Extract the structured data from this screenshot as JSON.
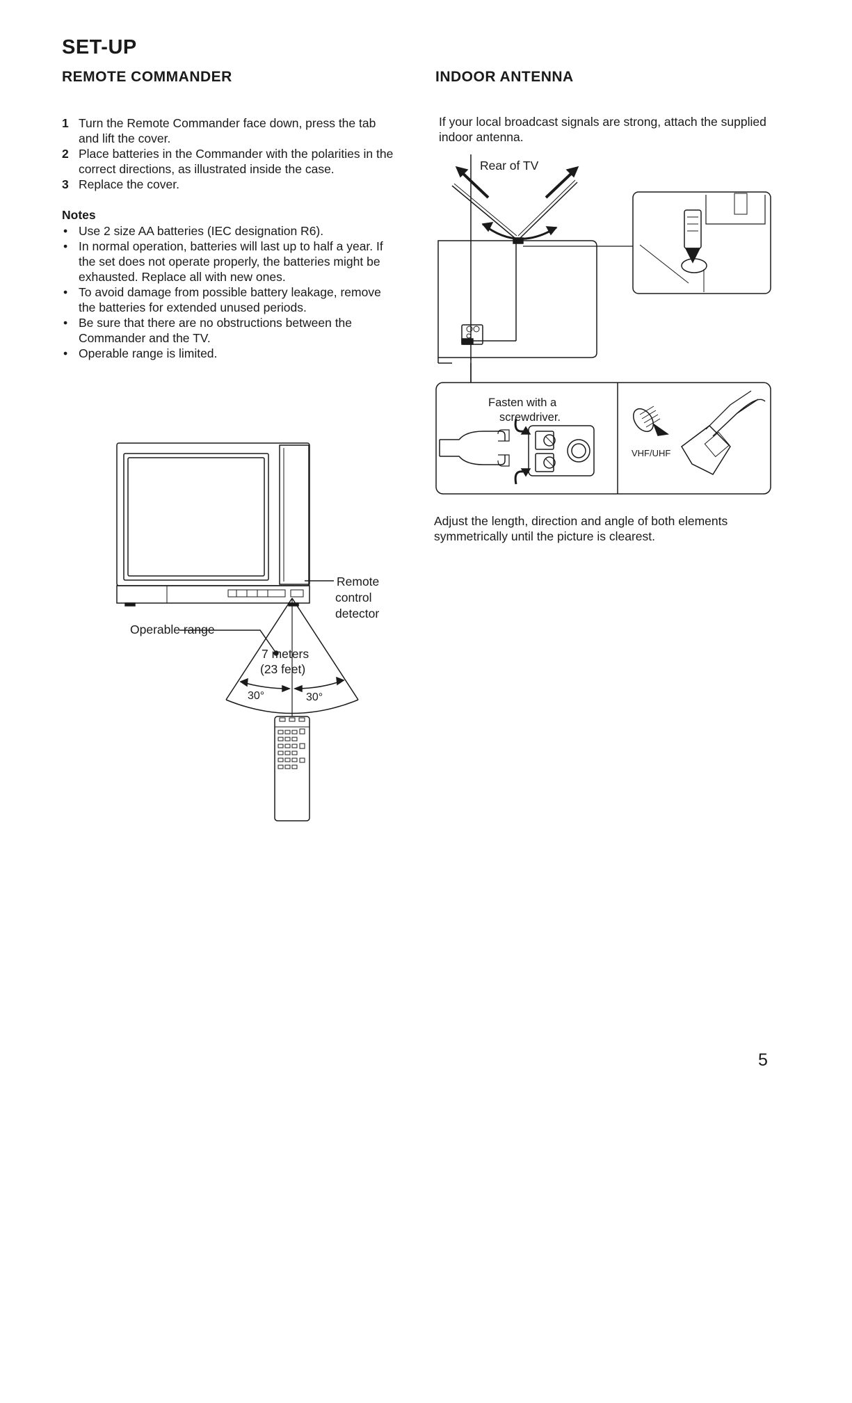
{
  "page": {
    "section_title": "SET-UP",
    "page_number": "5"
  },
  "remote": {
    "heading": "REMOTE COMMANDER",
    "steps": [
      {
        "num": "1",
        "text": "Turn the Remote Commander face down, press the tab and lift the cover."
      },
      {
        "num": "2",
        "text": "Place batteries in the Commander with the polarities in the correct directions, as illustrated inside the case."
      },
      {
        "num": "3",
        "text": "Replace the cover."
      }
    ],
    "notes_title": "Notes",
    "notes": [
      "Use 2 size AA batteries (IEC designation R6).",
      "In normal operation, batteries will last up to half a year. If the set does not operate properly, the batteries might be exhausted. Replace all with new ones.",
      "To avoid damage from possible battery leakage, remove the batteries for extended unused periods.",
      "Be sure that there are no obstructions between the Commander and the TV.",
      "Operable range is limited."
    ],
    "figure": {
      "detector_label_1": "Remote",
      "detector_label_2": "control",
      "detector_label_3": "detector",
      "range_label": "Operable range",
      "distance_1": "7 meters",
      "distance_2": "(23 feet)",
      "angle_left": "30°",
      "angle_right": "30°"
    }
  },
  "antenna": {
    "heading": "INDOOR ANTENNA",
    "intro": "If your local broadcast signals are strong, attach the supplied indoor antenna.",
    "figure": {
      "rear_label": "Rear of TV",
      "fasten_1": "Fasten with a",
      "fasten_2": "screwdriver.",
      "vhf_label": "VHF/UHF"
    },
    "adjust_text": "Adjust the length, direction and angle of both elements symmetrically until the picture is clearest."
  }
}
